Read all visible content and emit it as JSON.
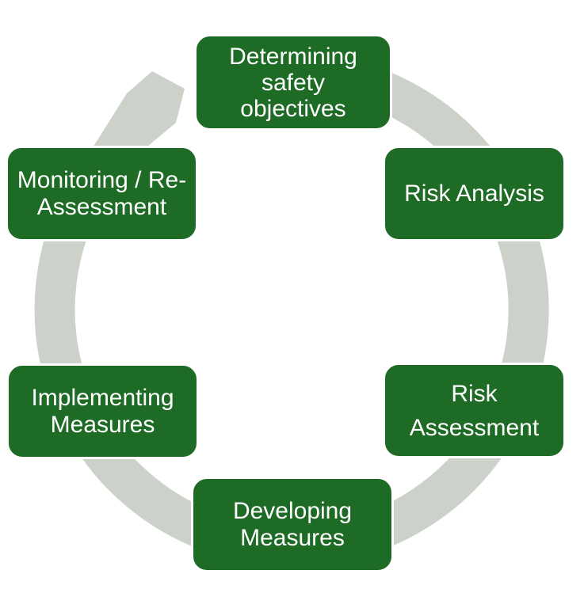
{
  "diagram_type": "cycle",
  "colors": {
    "node_fill": "#1d6b24",
    "node_border": "#ffffff",
    "node_text": "#ffffff",
    "ring": "#ccd2ca"
  },
  "cycle_direction": "clockwise",
  "nodes": [
    {
      "id": "determining-safety-objectives",
      "label": "Determining\nsafety\nobjectives"
    },
    {
      "id": "risk-analysis",
      "label": "Risk Analysis"
    },
    {
      "id": "risk-assessment",
      "label": "Risk\nAssessment"
    },
    {
      "id": "developing-measures",
      "label": "Developing\nMeasures"
    },
    {
      "id": "implementing-measures",
      "label": "Implementing\nMeasures"
    },
    {
      "id": "monitoring-re-assessment",
      "label": "Monitoring / Re-\nAssessment"
    }
  ]
}
